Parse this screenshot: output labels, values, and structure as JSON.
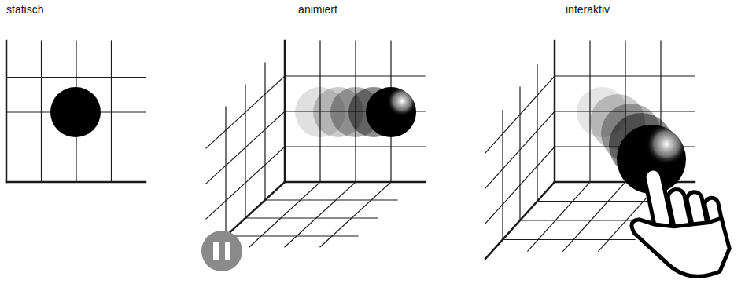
{
  "diagram": {
    "labels": [
      "statisch",
      "animiert",
      "interaktiv"
    ]
  }
}
